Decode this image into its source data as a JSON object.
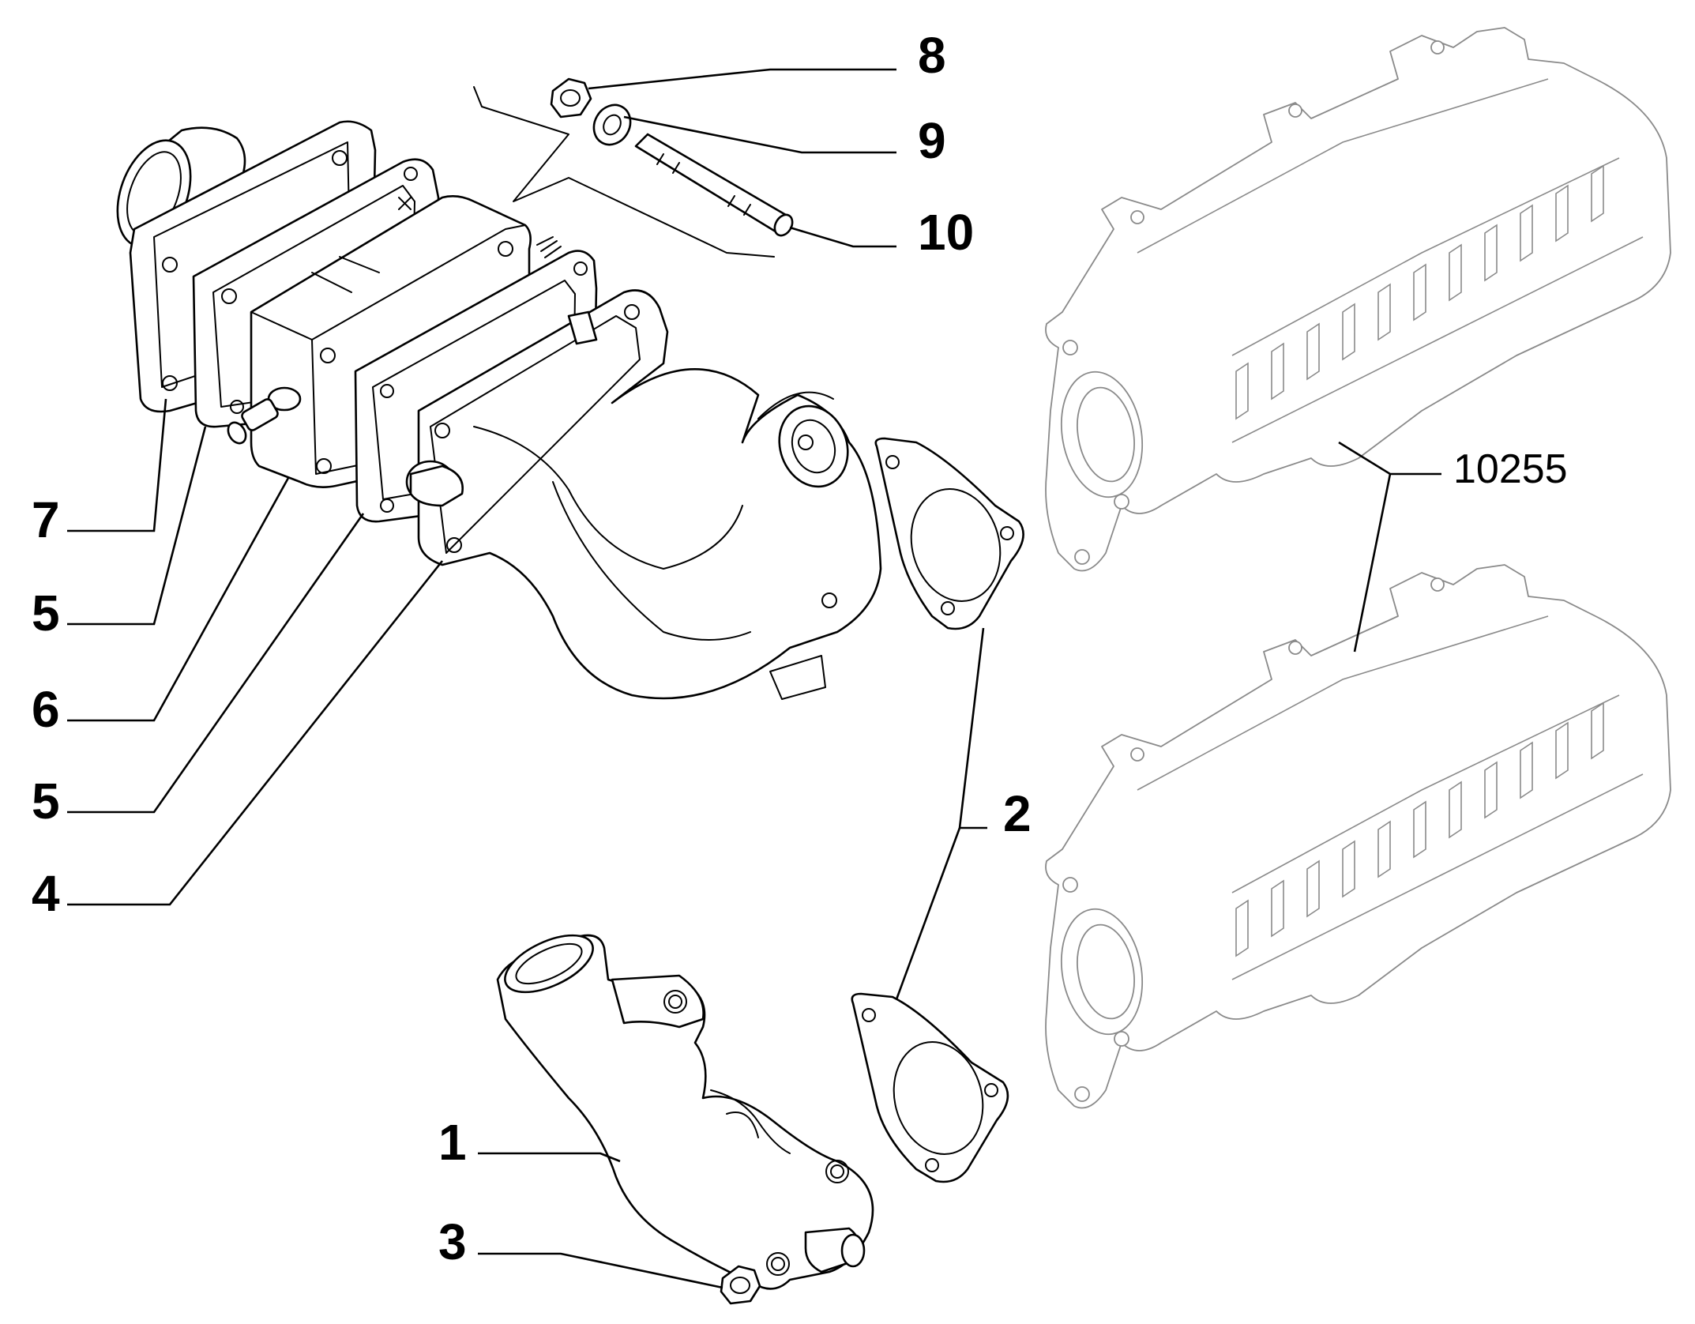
{
  "callouts": {
    "c1": "1",
    "c2": "2",
    "c3": "3",
    "c4": "4",
    "c5a": "5",
    "c5b": "5",
    "c6": "6",
    "c7": "7",
    "c8": "8",
    "c9": "9",
    "c10": "10"
  },
  "reference": "10255"
}
